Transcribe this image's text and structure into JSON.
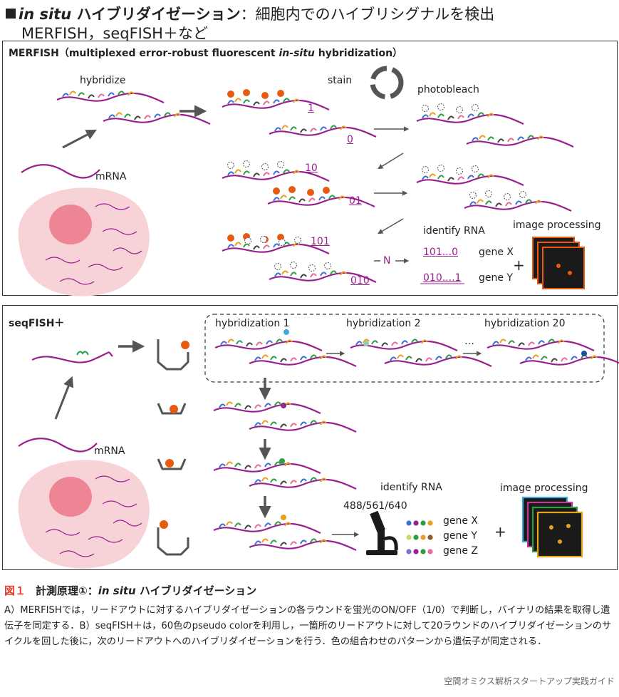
{
  "heading": {
    "line1_italic": "in situ",
    "line1_bold": " ハイブリダイゼーション",
    "line1_rest": "：細胞内でのハイブリシグナルを検出",
    "line2": "MERFISH，seqFISH＋など"
  },
  "merfish": {
    "title_a": "MERFISH（multiplexed error-robust fluorescent ",
    "title_italic": "in-situ",
    "title_b": " hybridization）",
    "hybridize": "hybridize",
    "mrna": "mRNA",
    "stain": "stain",
    "photobleach": "photobleach",
    "codes": [
      "1",
      "0",
      "10",
      "01",
      "101",
      "010"
    ],
    "n_label": "N",
    "identify": "identify RNA",
    "genes": [
      {
        "code": "101...0",
        "name": "gene X"
      },
      {
        "code": "010....1",
        "name": "gene Y"
      }
    ],
    "plus": "+",
    "image_processing": "image processing"
  },
  "seqfish": {
    "title": "seqFISH＋",
    "mrna": "mRNA",
    "hyb1": "hybridization 1",
    "hyb2": "hybridization 2",
    "dots": "…",
    "hyb20": "hybridization 20",
    "channels": "488/561/640",
    "identify": "identify RNA",
    "genes": [
      {
        "name": "gene X",
        "colors": [
          "#3d6fd6",
          "#9a1f8f",
          "#2e9e44",
          "#e8a020"
        ]
      },
      {
        "name": "gene Y",
        "colors": [
          "#c8d86a",
          "#2e9e44",
          "#e8a020",
          "#8b5a2b"
        ]
      },
      {
        "name": "gene Z",
        "colors": [
          "#7c6fd0",
          "#9a1f8f",
          "#2e9e44",
          "#e86aa0"
        ]
      }
    ],
    "plus": "+",
    "image_processing": "image processing"
  },
  "caption": {
    "fig_no": "図１",
    "title_a": "計測原理①：",
    "title_italic": "in situ",
    "title_b": " ハイブリダイゼーション",
    "body": " A）MERFISHでは，リードアウトに対するハイブリダイゼーションの各ラウンドを蛍光のON/OFF（1/0）で判断し，バイナリの結果を取得し遺伝子を同定する．B）seqFISH＋は，60色のpseudo colorを利用し，一箇所のリードアウトに対して20ラウンドのハイブリダイゼーションのサイクルを回した後に，次のリードアウトへのハイブリダイゼーションを行う．色の組合わせのパターンから遺伝子が同定される．"
  },
  "footer": "空間オミクス解析スタートアップ実践ガイド",
  "colors": {
    "rna": "#9a1f8f",
    "probe_orange": "#e85a10",
    "cell": "#f7d3d8",
    "nucleus": "#ee8594",
    "frame_orange": "#e85a10",
    "accent": "#e0402c"
  }
}
